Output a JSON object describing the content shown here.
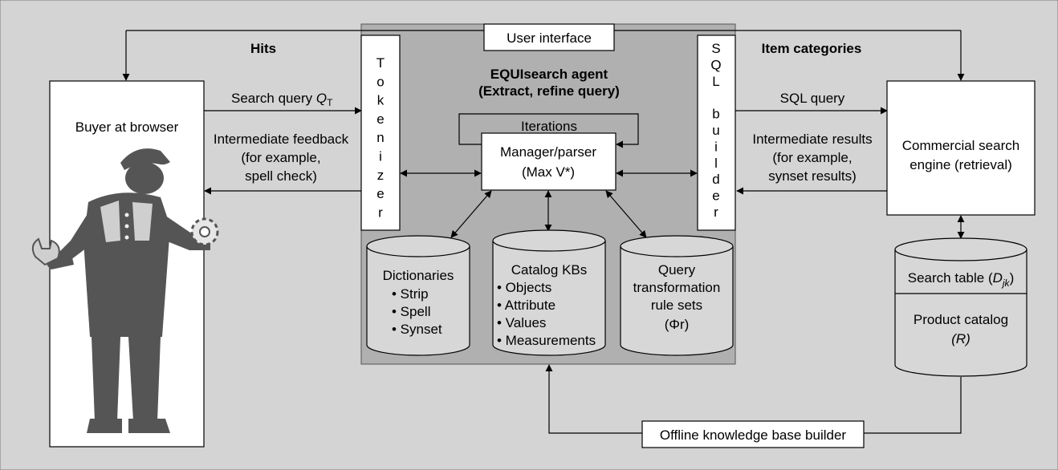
{
  "labels": {
    "hits": "Hits",
    "item_categories": "Item categories",
    "search_query_prefix": "Search query ",
    "search_query_var": "Q",
    "search_query_sub": "T",
    "sql_query": "SQL query",
    "buyer": "Buyer at browser",
    "feedback_line1": "Intermediate feedback",
    "feedback_line2": "(for example,",
    "feedback_line3": "spell check)",
    "results_line1": "Intermediate results",
    "results_line2": "(for example,",
    "results_line3": "synset results)",
    "user_interface": "User interface",
    "agent_line1": "EQUIsearch agent",
    "agent_line2": "(Extract, refine query)",
    "iterations": "Iterations",
    "manager_line1": "Manager/parser",
    "manager_line2": "(Max V*)",
    "tokenizer_letters": [
      "T",
      "o",
      "k",
      "e",
      "n",
      "i",
      "z",
      "e",
      "r"
    ],
    "sql_builder_letters": [
      "S",
      "Q",
      "L",
      "",
      "b",
      "u",
      "i",
      "l",
      "d",
      "e",
      "r"
    ],
    "commercial_line1": "Commercial search",
    "commercial_line2": "engine (retrieval)",
    "dictionaries_title": "Dictionaries",
    "dictionaries_items": [
      "• Strip",
      "• Spell",
      "• Synset"
    ],
    "catalog_title": "Catalog KBs",
    "catalog_items": [
      "• Objects",
      "• Attribute",
      "• Values",
      "• Measurements"
    ],
    "query_line1": "Query",
    "query_line2": "transformation",
    "query_line3": "rule sets",
    "query_line4": "(Φr)",
    "search_table_prefix": "Search table (",
    "search_table_var": "D",
    "search_table_sub": "jk",
    "search_table_suffix": ")",
    "product_line1": "Product catalog",
    "product_line2": "(R)",
    "offline": "Offline knowledge base builder"
  },
  "colors": {
    "background": "#d4d4d4",
    "agent_panel": "#b0b0b0",
    "cylinder": "#d7d7d7",
    "box": "#ffffff",
    "figure": "#555555"
  }
}
